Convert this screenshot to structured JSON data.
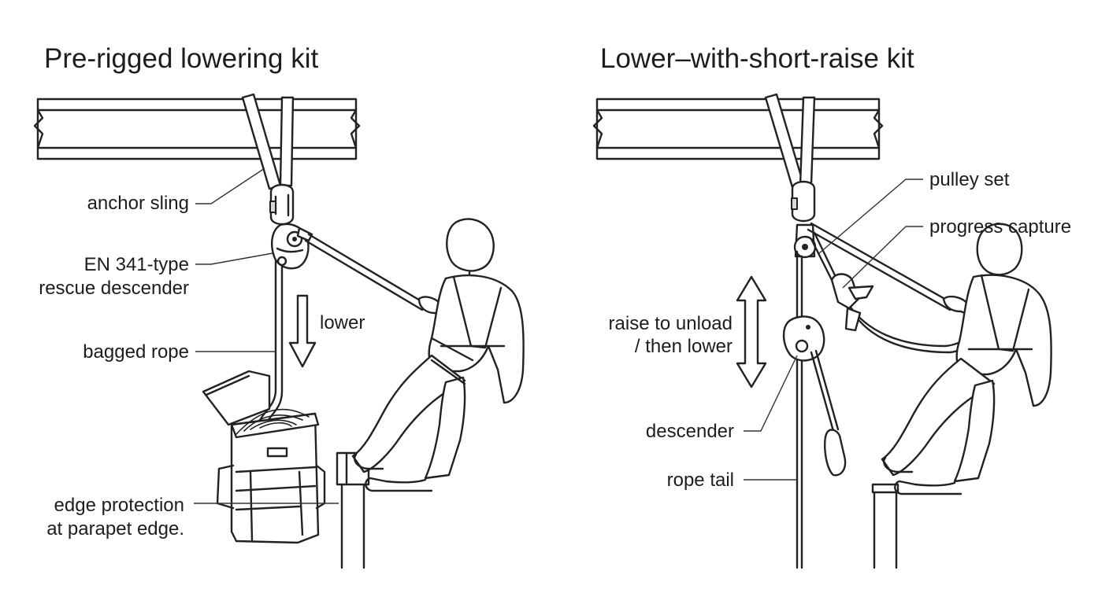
{
  "panels": {
    "left": {
      "title": "Pre-rigged lowering kit",
      "labels": {
        "anchor_sling": "anchor sling",
        "descender_line1": "EN 341-type",
        "descender_line2": "rescue descender",
        "lower": "lower",
        "bagged_rope": "bagged rope",
        "edge_line1": "edge protection",
        "edge_line2": "at parapet edge."
      }
    },
    "right": {
      "title": "Lower–with-short-raise kit",
      "labels": {
        "pulley_set": "pulley set",
        "progress_capture": "progress capture",
        "raise_line1": "raise to unload",
        "raise_line2": "/ then lower",
        "descender": "descender",
        "rope_tail": "rope tail"
      }
    }
  },
  "colors": {
    "ink": "#222222",
    "background": "#ffffff",
    "shade": "#d9d9d9"
  }
}
